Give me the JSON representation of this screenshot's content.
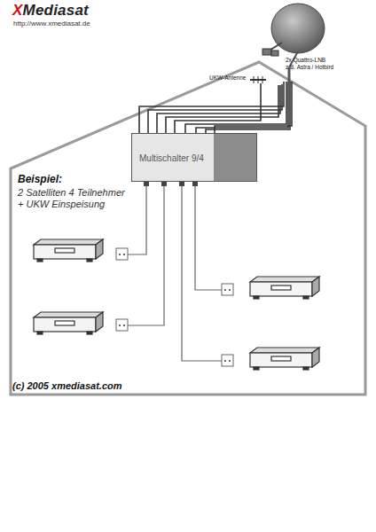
{
  "diagram": {
    "nodes": [
      {
        "text": [
          "Multischalter 9/4"
        ]
      }
    ],
    "labels": [
      "XMediasat",
      "http://www.xmediasat.de",
      "2x Quattro-LNB",
      "z.B. Astra / Hotbird",
      "UKW-Antenne",
      "Beispiel:",
      "2 Satelliten 4 Teilnehmer",
      "+ UKW Einspeisung",
      "(c) 2005 xmediasat.com"
    ]
  }
}
